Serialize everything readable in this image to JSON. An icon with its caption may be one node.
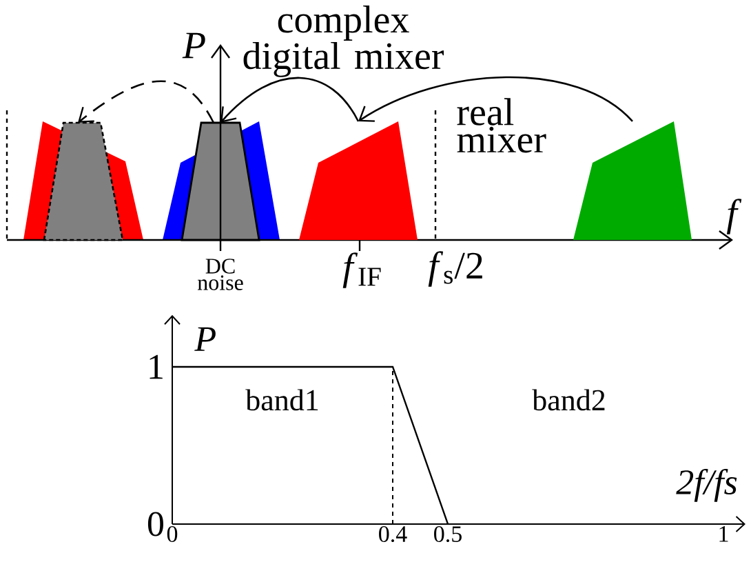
{
  "diagram": {
    "nodes": [
      {
        "text": [],
        "shape": "trapezoid"
      },
      {
        "text": [],
        "shape": "trapezoid"
      },
      {
        "text": [],
        "shape": "trapezoid"
      },
      {
        "text": [],
        "shape": "trapezoid"
      }
    ],
    "edges": [
      {
        "from": 3,
        "to": 2,
        "arrow": "to",
        "label": "real mixer"
      },
      {
        "from": 2,
        "to": 1,
        "arrow": "to",
        "label": "complex digital mixer"
      },
      {
        "from": 1,
        "to": 0,
        "arrow": "to",
        "style": "dashed"
      }
    ],
    "labels": [
      "P",
      "f",
      "DC noise",
      "*f*$_{IF}$",
      "*f*$_{s}$/2"
    ],
    "chart_data": {
      "type": "line",
      "xlabel": "2f/fs",
      "ylabel": "P",
      "x": [
        0,
        0.4,
        0.5
      ],
      "series": [
        {
          "color": "#000000",
          "values": [
            1,
            1,
            0
          ]
        }
      ],
      "xlim": [
        0,
        1.04
      ],
      "ylim": [
        0,
        1.33
      ],
      "xticks": [
        0,
        0.4,
        0.5,
        1
      ],
      "yticks": [
        0,
        1
      ],
      "annotations": [
        "band1",
        "band2"
      ]
    }
  }
}
